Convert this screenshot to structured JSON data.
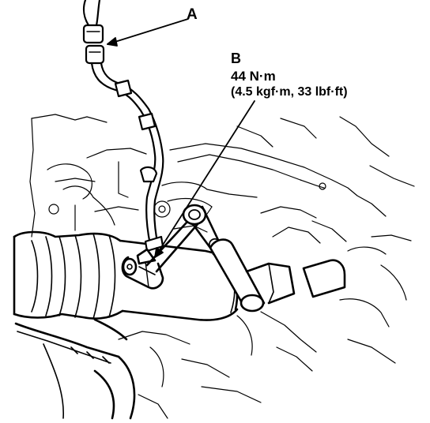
{
  "callouts": {
    "a": "A",
    "b": "B"
  },
  "torque": {
    "nm": "44 N·m",
    "alt": "(4.5 kgf·m, 33 lbf·ft)"
  },
  "colors": {
    "ink": "#000000",
    "paper": "#ffffff"
  }
}
